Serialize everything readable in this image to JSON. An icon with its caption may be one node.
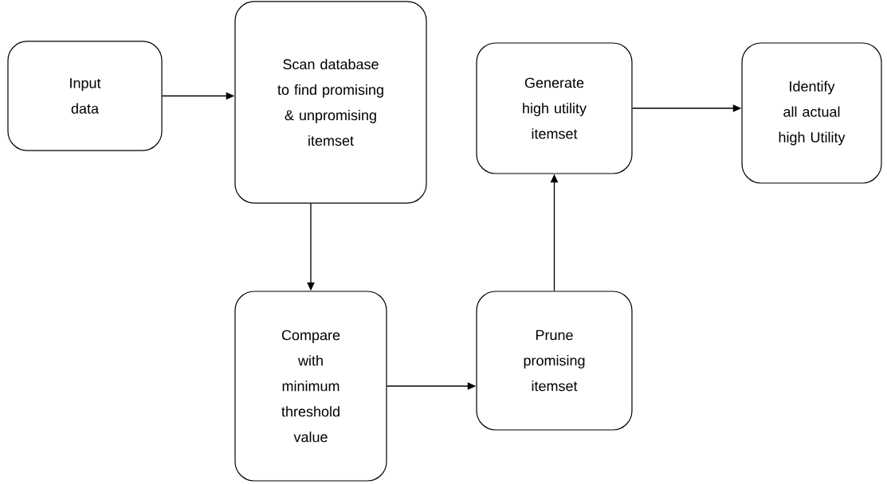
{
  "diagram": {
    "nodes": [
      {
        "text": [
          "Input data"
        ]
      },
      {
        "text": [
          "Scan database to find promising & unpromising itemset"
        ]
      },
      {
        "text": [
          "Generate high utility itemset"
        ]
      },
      {
        "text": [
          "Identify all actual high Utility"
        ]
      },
      {
        "text": [
          "Compare with minimum threshold value"
        ]
      },
      {
        "text": [
          "Prune promising itemset"
        ]
      }
    ],
    "edges": [
      {
        "from": 0,
        "to": 1,
        "arrow": "to"
      },
      {
        "from": 1,
        "to": 4,
        "arrow": "to"
      },
      {
        "from": 4,
        "to": 5,
        "arrow": "to"
      },
      {
        "from": 5,
        "to": 2,
        "arrow": "to"
      },
      {
        "from": 2,
        "to": 3,
        "arrow": "to"
      }
    ]
  }
}
